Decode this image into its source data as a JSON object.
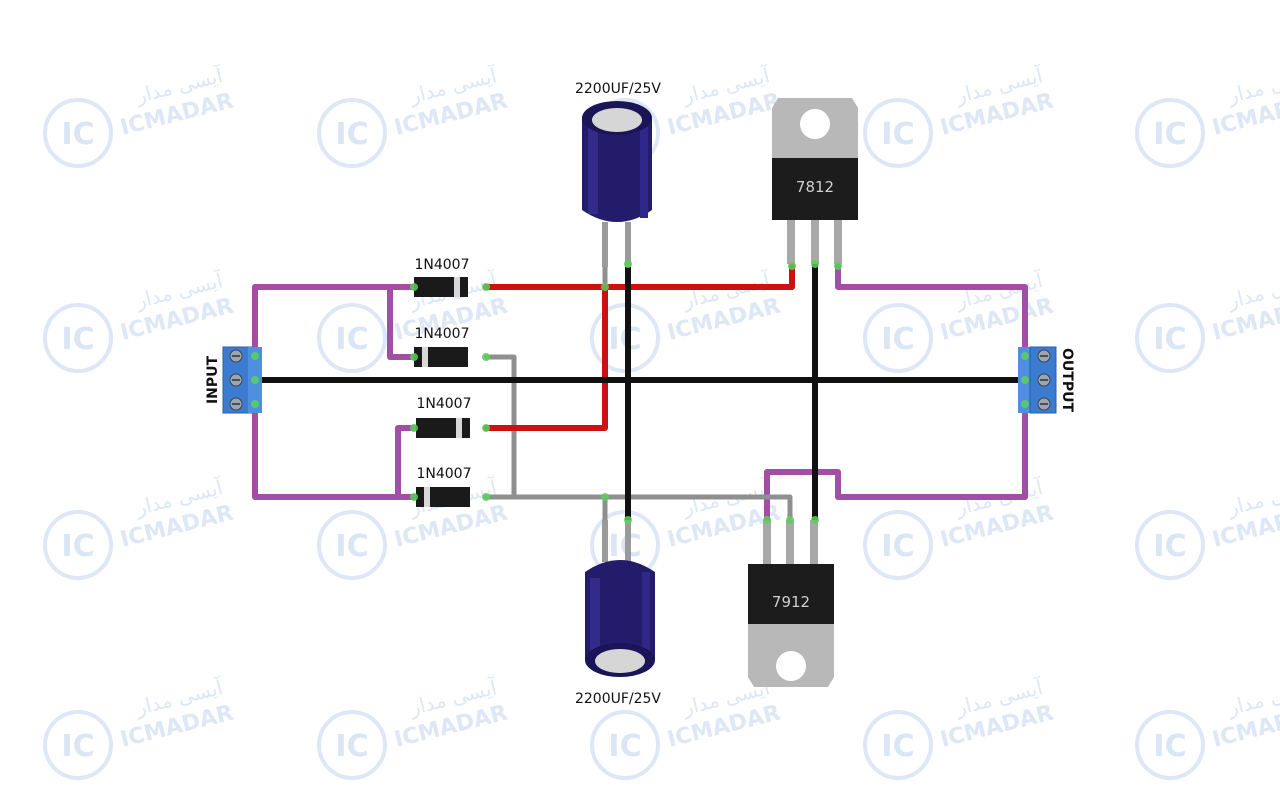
{
  "watermark": {
    "brand_latin": "ICMADAR",
    "brand_farsi": "آیسی مدار",
    "logo_letters": "IC"
  },
  "components": {
    "cap_top_label": "2200UF/25V",
    "cap_bottom_label": "2200UF/25V",
    "diode_labels": [
      "1N4007",
      "1N4007",
      "1N4007",
      "1N4007"
    ],
    "reg_positive_label": "7812",
    "reg_negative_label": "7912"
  },
  "ports": {
    "input_label": "INPUT",
    "output_label": "OUTPUT"
  },
  "colors": {
    "wire_purple": "#a24ea5",
    "wire_red": "#cc1111",
    "wire_black": "#111111",
    "wire_gray": "#8f8f8f",
    "terminal_blue": "#3b7bd0",
    "capacitor_body": "#231c6b",
    "diode_body": "#1a1a1a",
    "regulator_body": "#1c1c1c",
    "regulator_tab": "#b8b8b8",
    "pin_green": "#5ad15a"
  }
}
